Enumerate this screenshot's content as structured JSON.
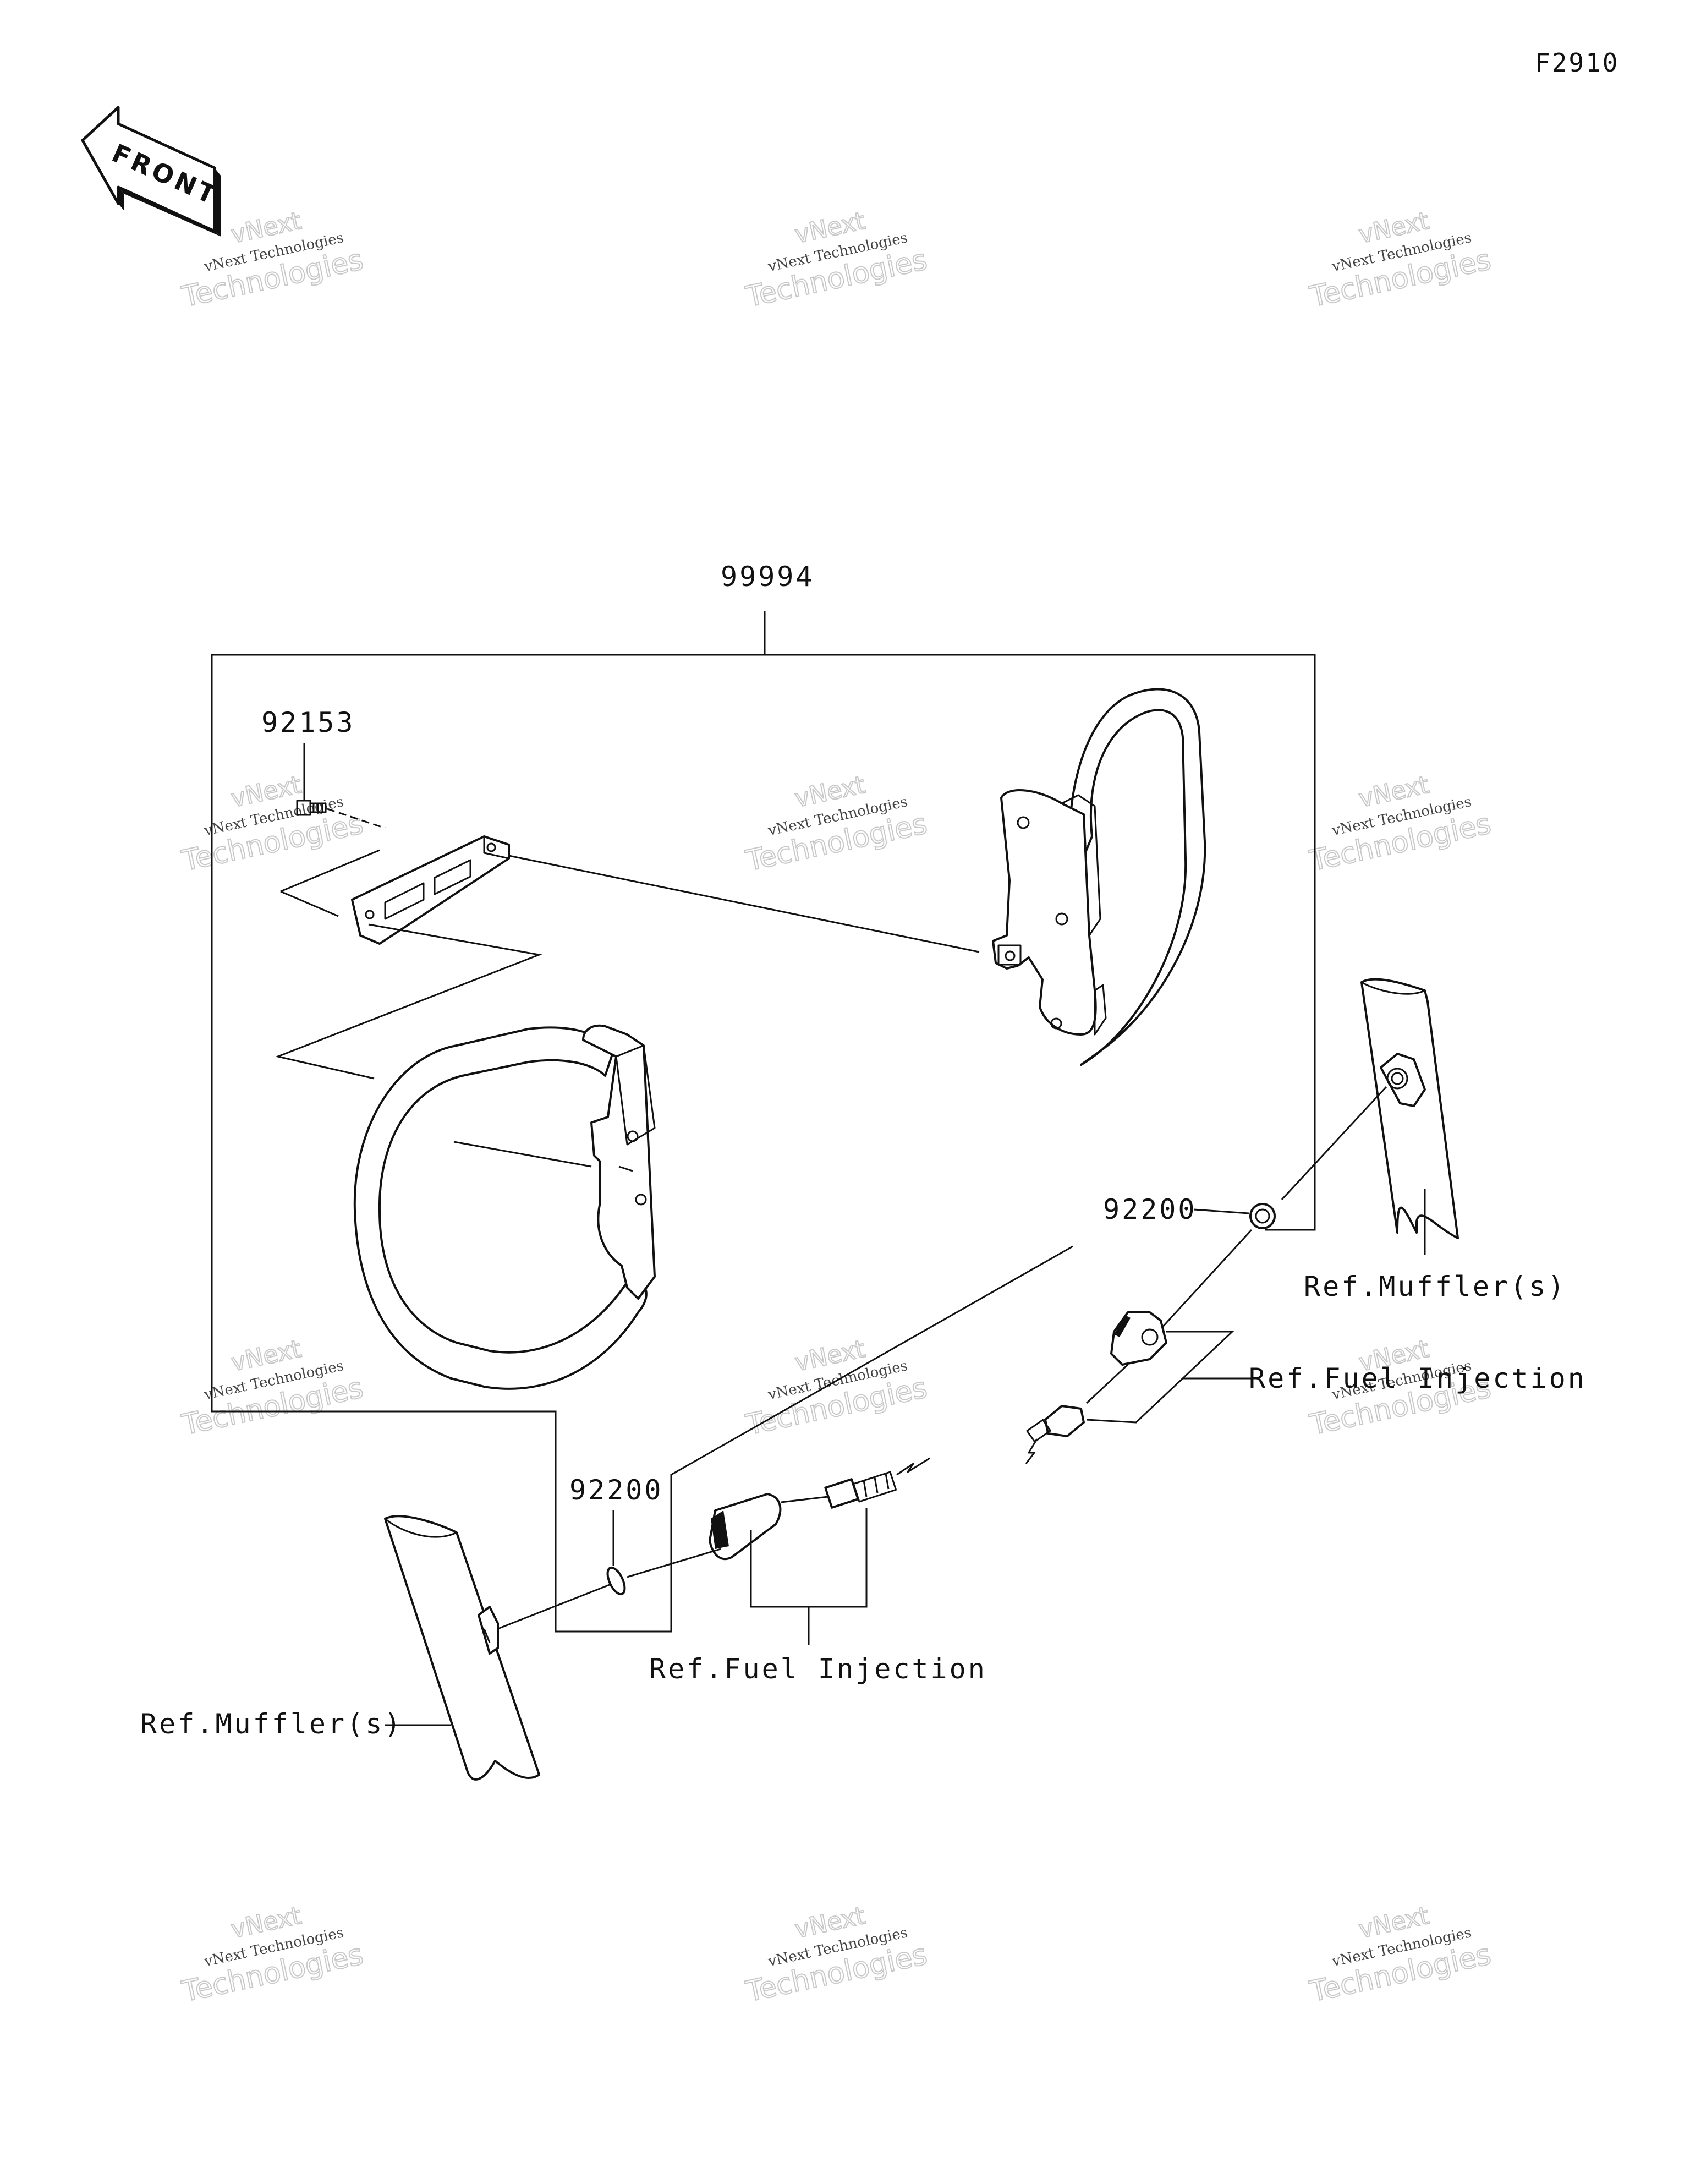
{
  "figure_code": "F2910",
  "front_label": "FRONT",
  "watermark": {
    "line1": "vNext",
    "line2": "vNext Technologies",
    "line3": "Technologies"
  },
  "callouts": {
    "assembly": "99994",
    "bolt": "92153",
    "gasket_right": "92200",
    "gasket_left": "92200",
    "ref_muffler_right": "Ref.Muffler(s)",
    "ref_fuel_injection_right": "Ref.Fuel Injection",
    "ref_fuel_injection_left": "Ref.Fuel Injection",
    "ref_muffler_left": "Ref.Muffler(s)"
  }
}
